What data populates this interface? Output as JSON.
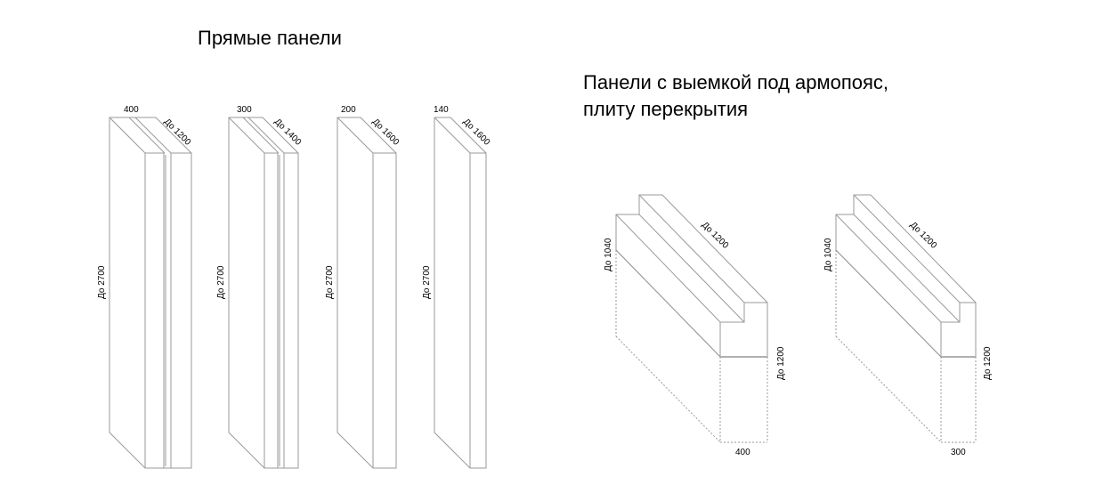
{
  "straight_panels": {
    "title": "Прямые панели",
    "panels": [
      {
        "thickness": "400",
        "width": "До 1200",
        "height": "До 2700"
      },
      {
        "thickness": "300",
        "width": "До 1400",
        "height": "До 2700"
      },
      {
        "thickness": "200",
        "width": "До 1600",
        "height": "До 2700"
      },
      {
        "thickness": "140",
        "width": "До 1600",
        "height": "До 2700"
      }
    ]
  },
  "notched_panels": {
    "title_line1": "Панели с выемкой под армопояс,",
    "title_line2": "плиту перекрытия",
    "panels": [
      {
        "notch_height": "До 1040",
        "length": "До 1200",
        "height": "До 1200",
        "thickness": "400"
      },
      {
        "notch_height": "До 1040",
        "length": "До 1200",
        "height": "До 1200",
        "thickness": "300"
      }
    ]
  }
}
